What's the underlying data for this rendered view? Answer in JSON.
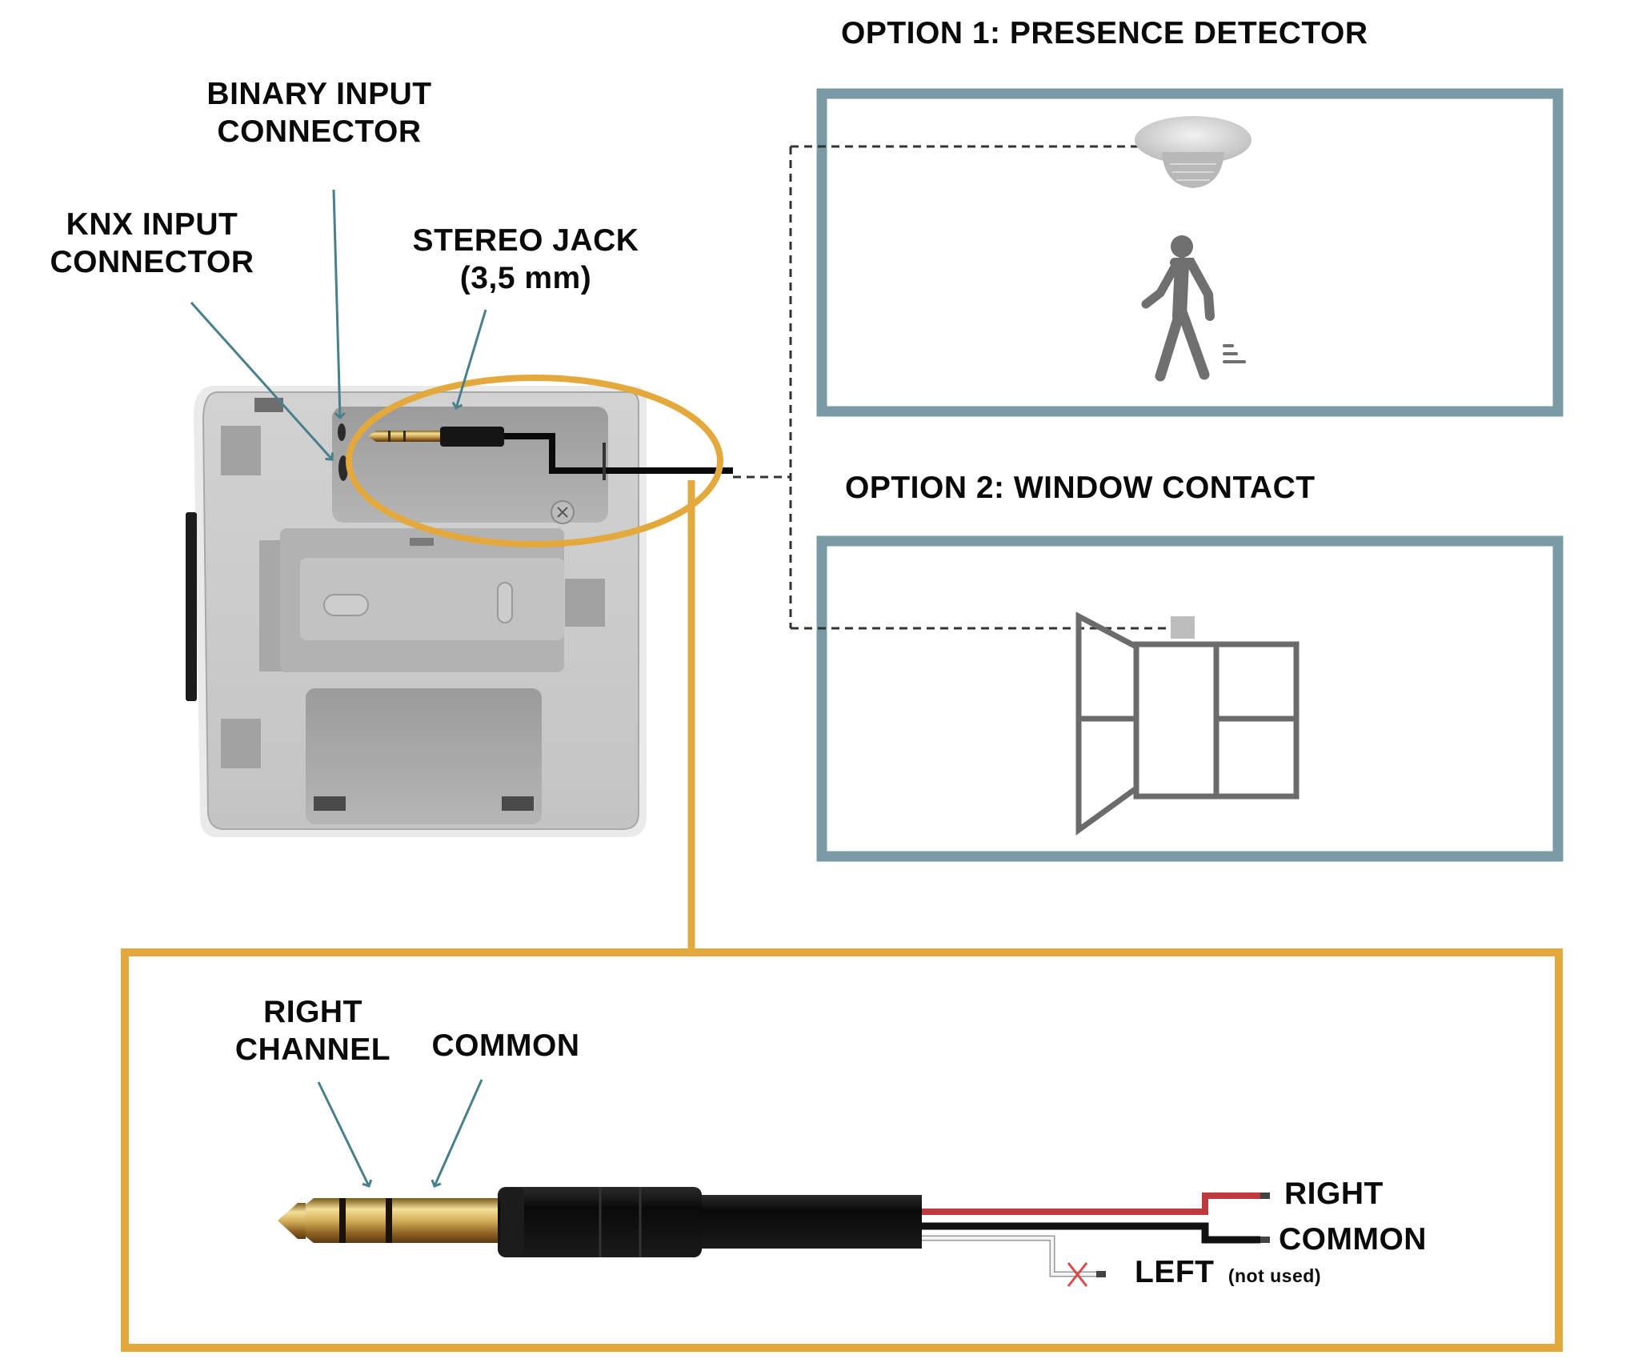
{
  "labels": {
    "binary_input": [
      "BINARY INPUT",
      "CONNECTOR"
    ],
    "knx_input": [
      "KNX INPUT",
      "CONNECTOR"
    ],
    "stereo_jack": [
      "STEREO JACK",
      "(3,5 mm)"
    ],
    "option1_title": "OPTION 1: PRESENCE DETECTOR",
    "option2_title": "OPTION 2: WINDOW CONTACT",
    "plug_right_channel": [
      "RIGHT",
      "CHANNEL"
    ],
    "plug_common": "COMMON",
    "wire_right": "RIGHT",
    "wire_common": "COMMON",
    "wire_left": "LEFT",
    "wire_left_note": "(not used)"
  },
  "colors": {
    "option_box_border": "#7a9ba6",
    "detail_box_border": "#e3a93c",
    "highlight_ellipse": "#e3a93c",
    "pointer_arrow": "#4a7f8c",
    "wire_right": "#c0393f",
    "wire_common": "#111111",
    "wire_left": "#e8e8e8",
    "not_used_mark": "#d94a4a",
    "icon_gray": "#6f6f6f"
  },
  "icons": {
    "presence_detector": "presence-detector-icon",
    "walking_person": "walking-person-icon",
    "window": "open-window-icon",
    "window_sensor": "window-contact-sensor-icon",
    "device": "binary-input-device-icon",
    "stereo_plug": "stereo-jack-plug-icon",
    "not_used": "x-mark-icon"
  }
}
